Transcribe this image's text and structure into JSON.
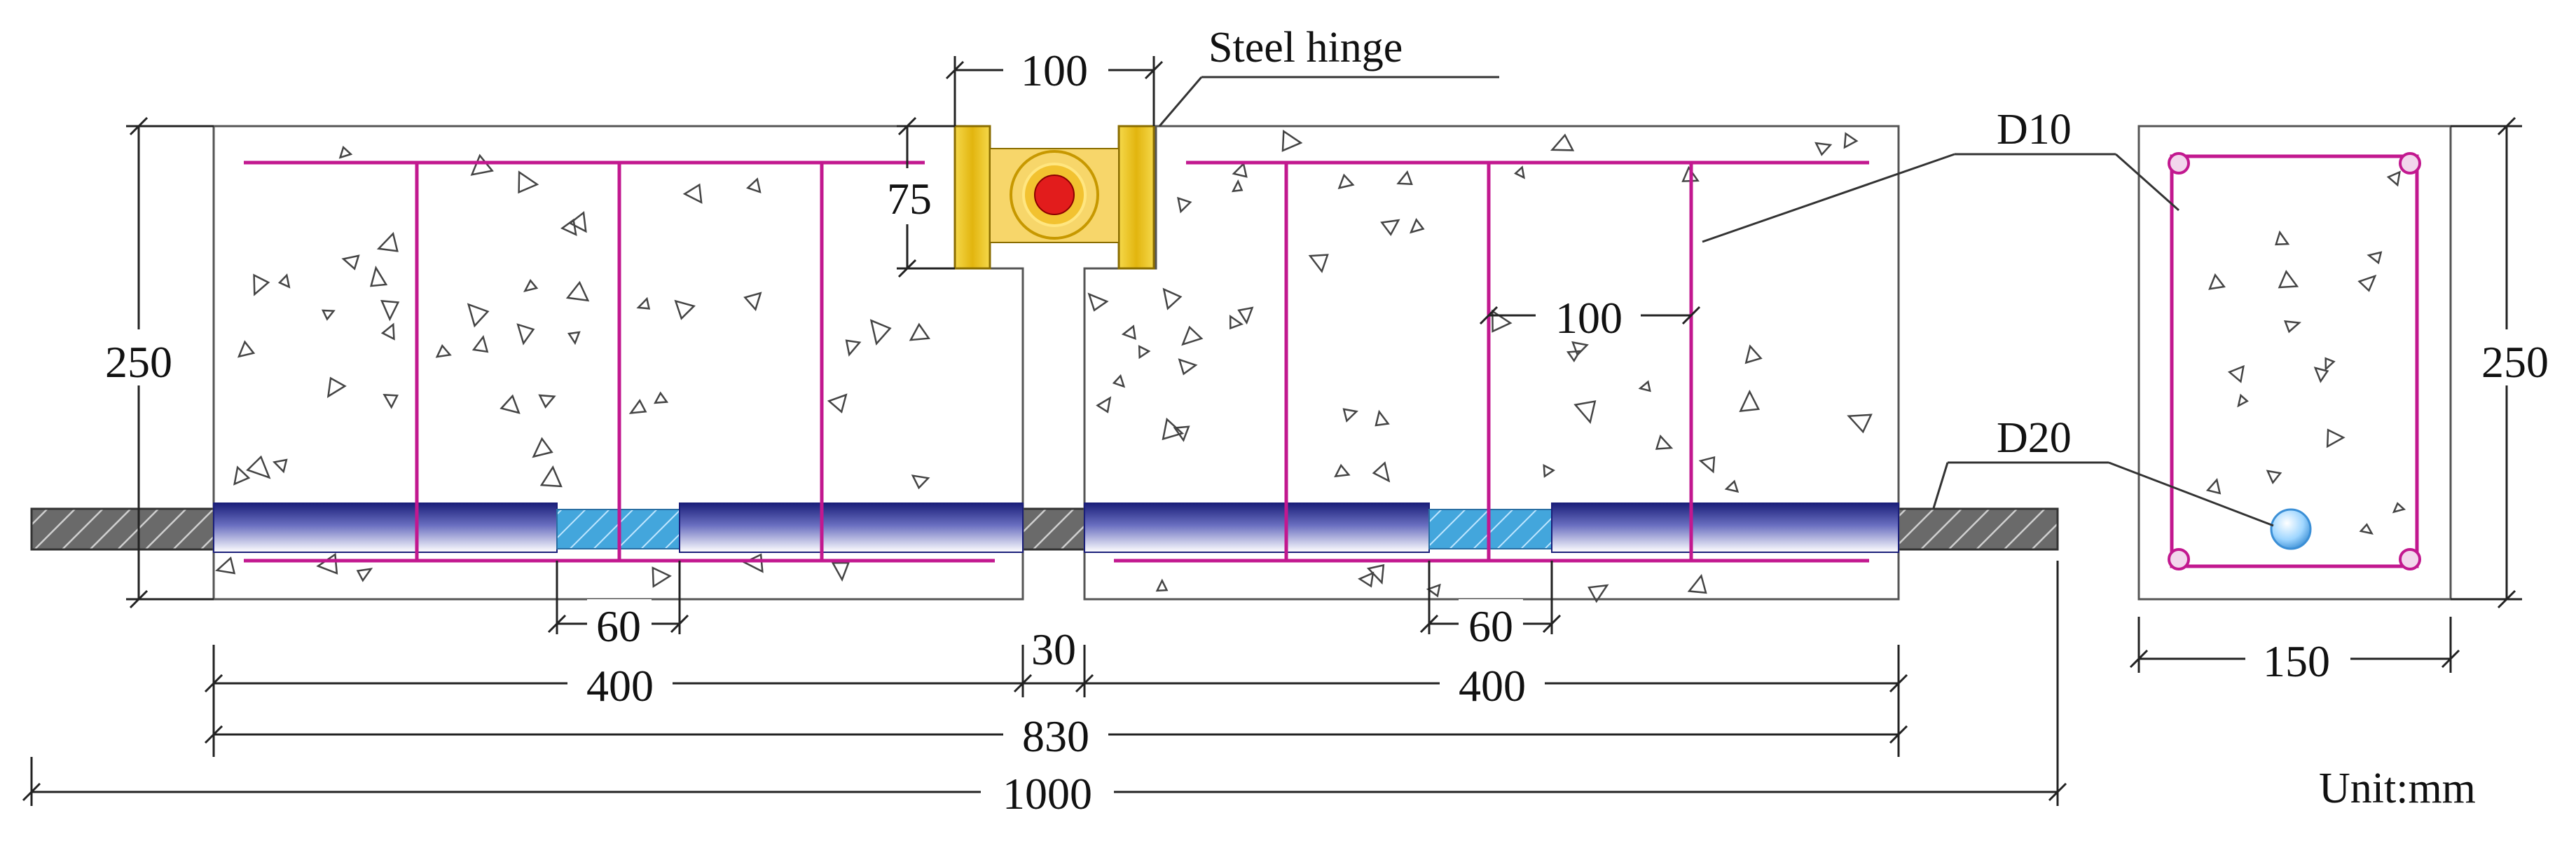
{
  "labels": {
    "steel_hinge": "Steel hinge",
    "d10": "D10",
    "d20": "D20",
    "unit": "Unit:mm"
  },
  "dimensions": {
    "hinge_width": "100",
    "hinge_height": "75",
    "beam_height": "250",
    "stirrup_spacing": "100",
    "gap_left": "60",
    "gap_right": "60",
    "joint": "30",
    "half_left": "400",
    "half_right": "400",
    "span": "830",
    "total_length": "1000",
    "section_height": "250",
    "section_width": "150"
  },
  "colors": {
    "concrete_outline": "#555555",
    "stirrup": "#c2188f",
    "hinge_plate": "#e8c21f",
    "hinge_pin": "#e21c1c",
    "rebar_blue": "#1b1f7a",
    "gap_blue": "#43a6dc",
    "rod_gray": "#5e5e5e",
    "d20_bar": "#9fd6ff"
  }
}
